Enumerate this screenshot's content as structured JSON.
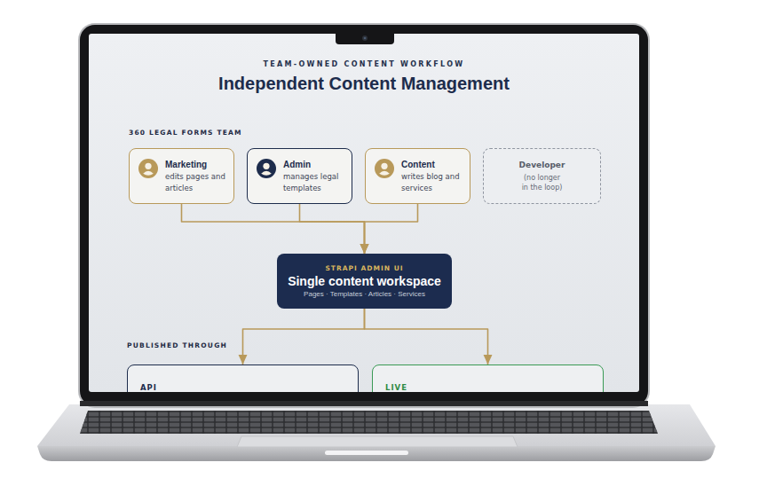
{
  "diagram": {
    "title": "Independent Content Management",
    "nodes": [
      {
        "text": [
          "Marketing",
          "edits pages and articles"
        ]
      },
      {
        "text": [
          "Admin",
          "manages legal templates"
        ]
      },
      {
        "text": [
          "Content",
          "writes blog and services"
        ]
      },
      {
        "text": [
          "Developer",
          "(no longer in the loop)"
        ]
      },
      {
        "text": [
          "STRAPI ADMIN UI",
          "Single content workspace",
          "Pages · Templates · Articles · Services"
        ]
      },
      {
        "text": [
          "API"
        ]
      },
      {
        "text": [
          "LIVE"
        ]
      }
    ],
    "edges": [
      {
        "from": 0,
        "to": 4,
        "arrow": "to"
      },
      {
        "from": 1,
        "to": 4,
        "arrow": "to"
      },
      {
        "from": 2,
        "to": 4,
        "arrow": "to"
      },
      {
        "from": 4,
        "to": 5,
        "arrow": "to"
      },
      {
        "from": 4,
        "to": 6,
        "arrow": "to"
      }
    ],
    "labels": [
      "TEAM-OWNED CONTENT WORKFLOW",
      "360 LEGAL FORMS TEAM",
      "PUBLISHED THROUGH"
    ]
  }
}
